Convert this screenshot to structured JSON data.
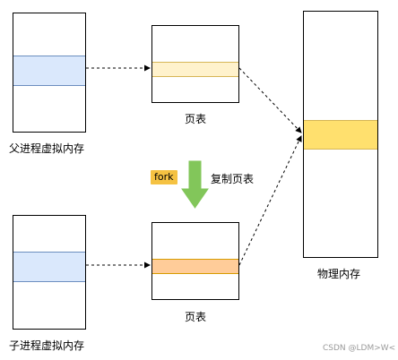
{
  "labels": {
    "parent_memory": "父进程虚拟内存",
    "child_memory": "子进程虚拟内存",
    "page_table_top": "页表",
    "page_table_bottom": "页表",
    "physical_memory": "物理内存",
    "copy_page_table": "复制页表",
    "fork": "fork"
  },
  "colors": {
    "parent_band": "#dae8fc",
    "parent_band_border": "#6c8ebf",
    "top_table_band": "#fff2cc",
    "top_table_band_border": "#d6b656",
    "bottom_table_band": "#ffcc99",
    "bottom_table_band_border": "#d79b00",
    "physical_band": "#ffe06e",
    "physical_band_border": "#d6b656",
    "fork_tag": "#f5c242",
    "arrow_green": "#82c65a"
  },
  "watermark": "CSDN @LDM>W<"
}
